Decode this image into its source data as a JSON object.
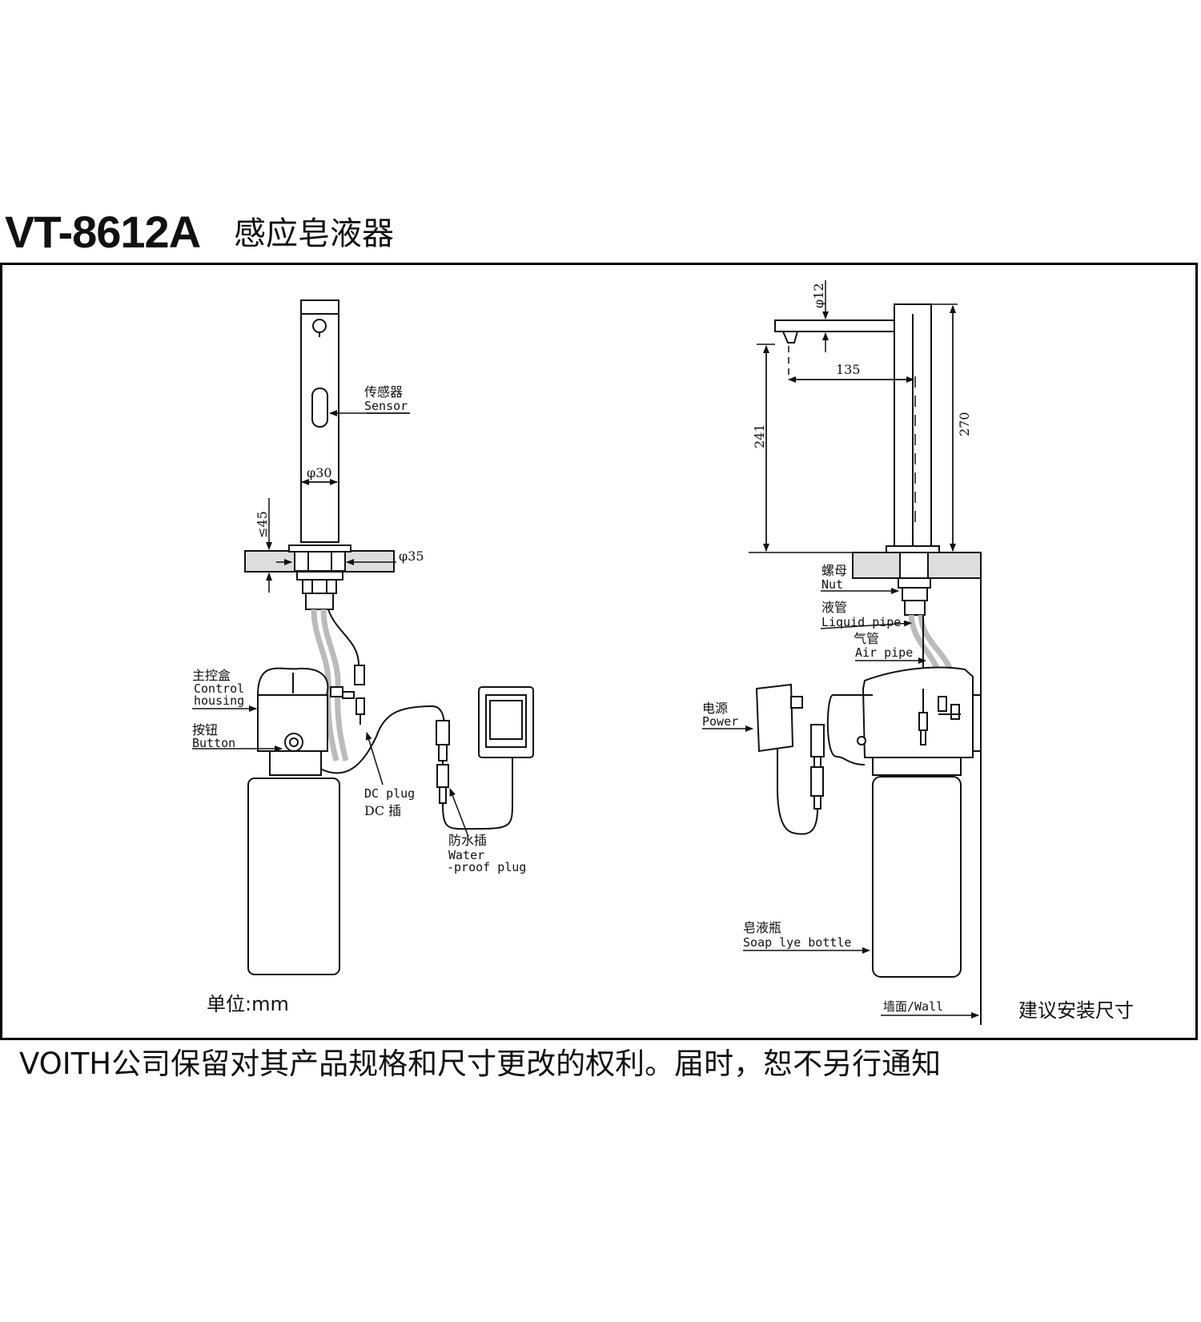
{
  "header": {
    "model": "VT-8612A",
    "name_cn": "感应皂液器"
  },
  "left_view": {
    "sensor_cn": "传感器",
    "sensor_en": "Sensor",
    "dim_phi30": "φ30",
    "dim_le45": "≤45",
    "dim_phi35": "φ35",
    "control_cn": "主控盒",
    "control_en_1": "Control",
    "control_en_2": "housing",
    "button_cn": "按钮",
    "button_en": "Button",
    "dc_plug_en": "DC plug",
    "dc_plug_cn": "DC 插",
    "waterproof_cn": "防水插",
    "waterproof_en_1": "Water",
    "waterproof_en_2": "-proof plug",
    "unit": "单位:mm"
  },
  "right_view": {
    "dim_phi12": "φ12",
    "dim_135": "135",
    "dim_241": "241",
    "dim_270": "270",
    "nut_cn": "螺母",
    "nut_en": "Nut",
    "liquid_cn": "液管",
    "liquid_en": "Liquid pipe",
    "air_cn": "气管",
    "air_en": "Air pipe",
    "power_cn": "电源",
    "power_en": "Power",
    "bottle_cn": "皂液瓶",
    "bottle_en": "Soap lye bottle",
    "wall": "墙面/Wall",
    "recommend": "建议安装尺寸"
  },
  "footer": {
    "notice": "VOITH公司保留对其产品规格和尺寸更改的权利。届时，恕不另行通知"
  }
}
